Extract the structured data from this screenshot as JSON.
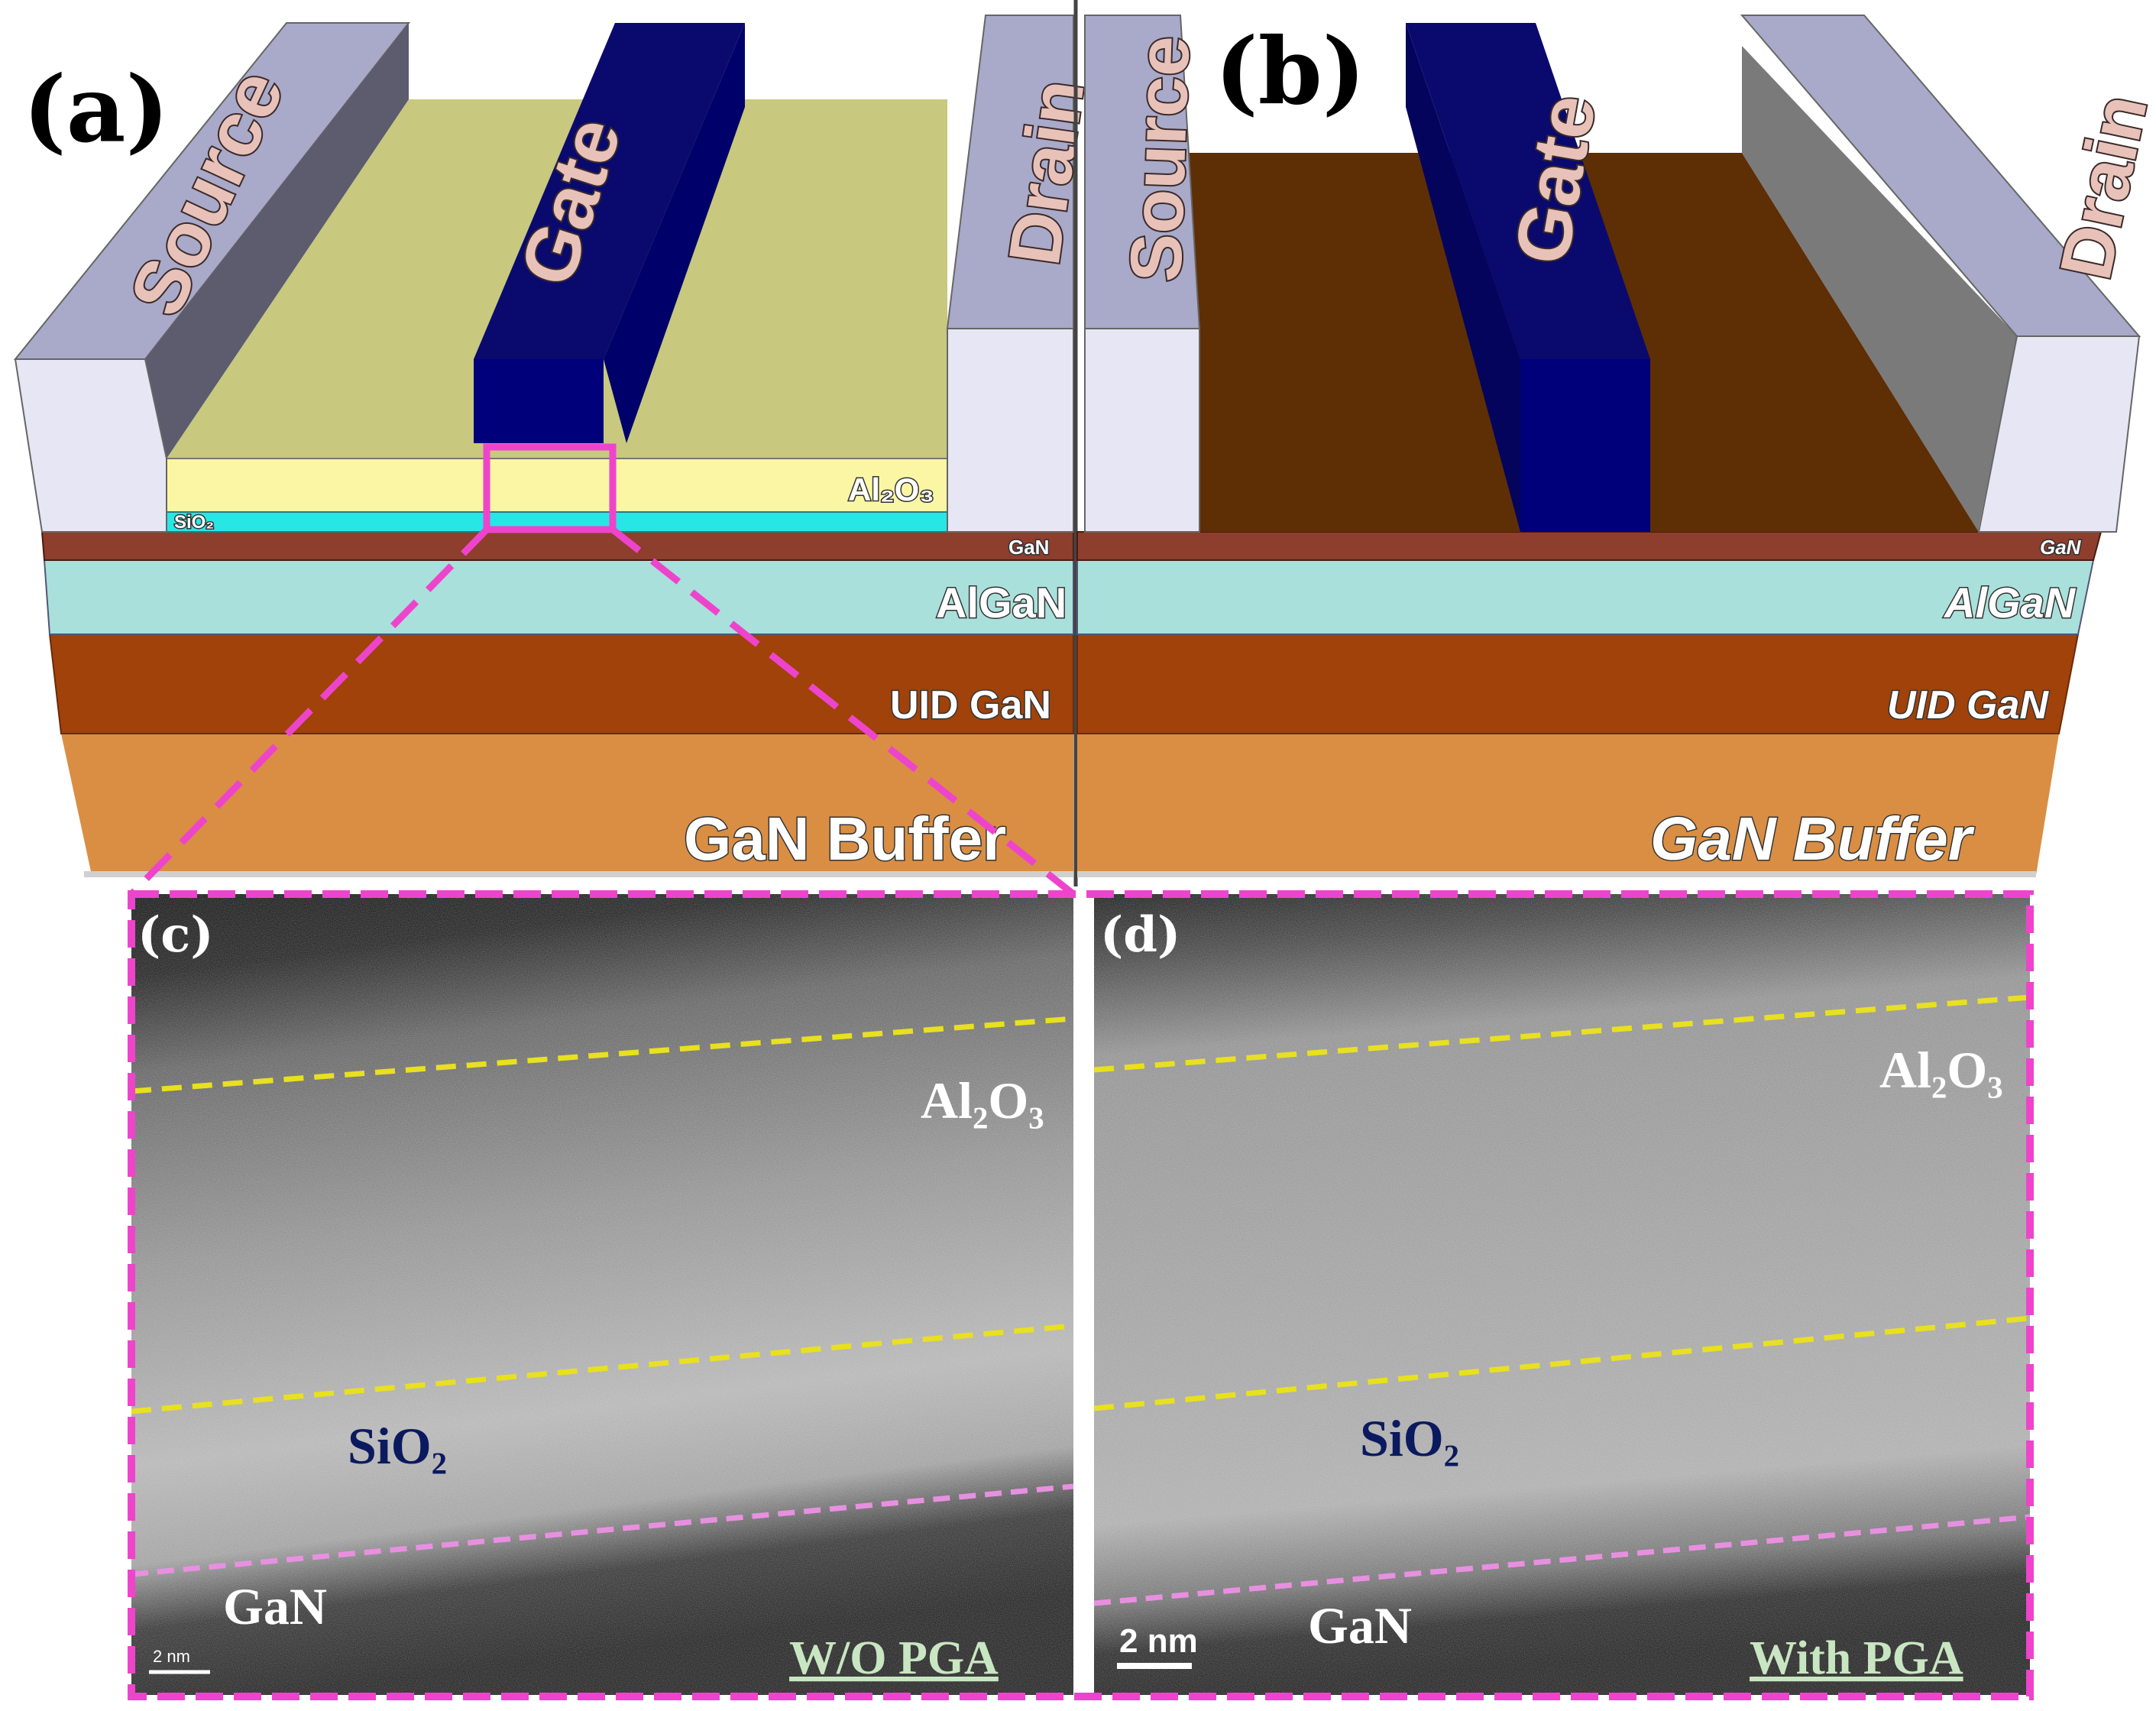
{
  "panels": {
    "a": {
      "letter": "(a)",
      "source": "Source",
      "gate": "Gate",
      "drain": "Drain",
      "al2o3": "Al₂O₃",
      "sio2": "SiO₂",
      "gan_cap": "GaN",
      "algan": "AlGaN",
      "uid_gan": "UID GaN",
      "gan_buffer": "GaN Buffer"
    },
    "b": {
      "letter": "(b)",
      "source": "Source",
      "gate": "Gate",
      "drain": "Drain",
      "gan_cap": "GaN",
      "algan": "AlGaN",
      "uid_gan": "UID GaN",
      "gan_buffer": "GaN Buffer"
    },
    "c": {
      "letter": "(c)",
      "al2o3": "Al₂O₃",
      "sio2": "SiO₂",
      "gan": "GaN",
      "scale": "2 nm",
      "condition": "W/O PGA"
    },
    "d": {
      "letter": "(d)",
      "al2o3": "Al₂O₃",
      "sio2": "SiO₂",
      "gan": "GaN",
      "scale": "2 nm",
      "condition": "With PGA"
    }
  },
  "colors": {
    "contact_face": "#e6e6f5",
    "contact_top": "#a9a9c9",
    "contact_side_a": "#5c5c6e",
    "contact_side_b": "#7a7a7a",
    "gate_top": "#0a0a6e",
    "gate_front": "#00007a",
    "gate_side": "#12127a",
    "al2o3_top": "#c8c87e",
    "al2o3_front": "#fbf6a4",
    "sio2": "#28e6e6",
    "brown_top": "#5e2e05",
    "gan_cap": "#8e3e2c",
    "algan": "#a9e0dc",
    "uid_gan": "#a0420a",
    "gan_buffer": "#d98e44",
    "zoom_box": "#ee44cc",
    "interface_yellow": "#e8e020",
    "interface_pink": "#e890e0"
  }
}
